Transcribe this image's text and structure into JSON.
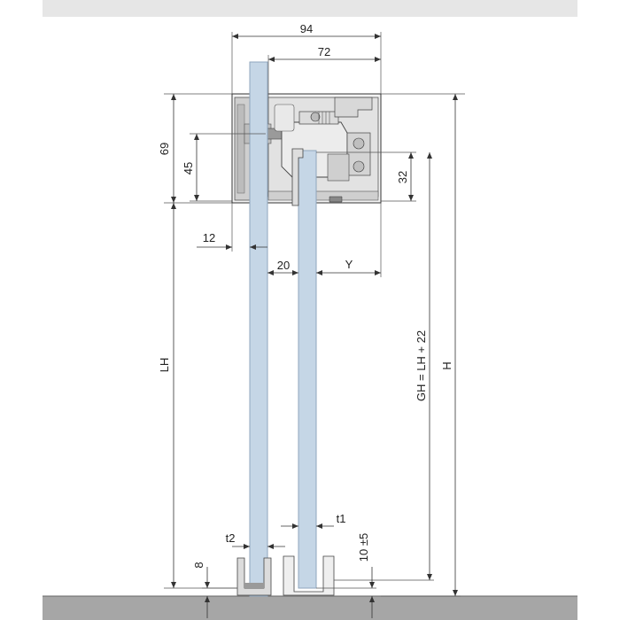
{
  "dimensions": {
    "d94": "94",
    "d72": "72",
    "d69": "69",
    "d45": "45",
    "d32": "32",
    "d12": "12",
    "d20": "20",
    "y": "Y",
    "lh": "LH",
    "gh": "GH = LH + 22",
    "h": "H",
    "t1": "t1",
    "t2": "t2",
    "d8": "8",
    "d10": "10 ±5"
  },
  "colors": {
    "glass": "#c5d6e6",
    "glass_edge": "#8fa6bd",
    "profile": "#d9d9d9",
    "floor": "#a6a6a6",
    "top_bar": "#e6e6e6"
  }
}
